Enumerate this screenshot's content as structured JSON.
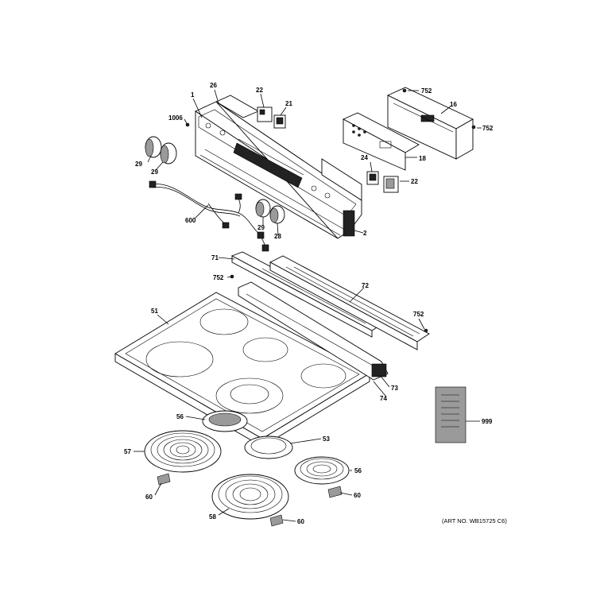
{
  "diagram": {
    "art_no": "(ART NO. WB15725 C6)",
    "labels": {
      "p1": "1",
      "p2": "2",
      "p16": "16",
      "p18": "18",
      "p21": "21",
      "p22a": "22",
      "p22b": "22",
      "p24": "24",
      "p26": "26",
      "p28": "28",
      "p29a": "29",
      "p29b": "29",
      "p29c": "29",
      "p51": "51",
      "p53": "53",
      "p56a": "56",
      "p56b": "56",
      "p57": "57",
      "p58": "58",
      "p60a": "60",
      "p60b": "60",
      "p60c": "60",
      "p71": "71",
      "p72": "72",
      "p73": "73",
      "p74": "74",
      "p600": "600",
      "p752a": "752",
      "p752b": "752",
      "p752c": "752",
      "p752d": "752",
      "p999": "999",
      "p1006": "1006"
    }
  }
}
